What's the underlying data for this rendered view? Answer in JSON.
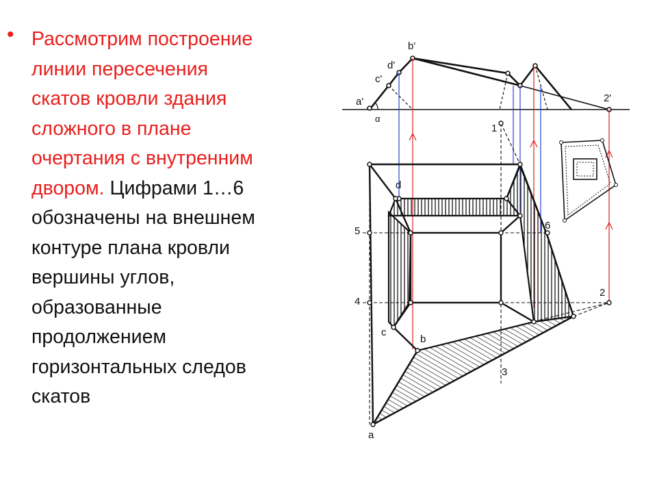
{
  "slide": {
    "bullet": "•",
    "lines": [
      {
        "segments": [
          {
            "text": "Рассмотрим построение",
            "color": "red"
          }
        ]
      },
      {
        "segments": [
          {
            "text": "линии пересечения",
            "color": "red"
          }
        ]
      },
      {
        "segments": [
          {
            "text": "скатов кровли здания",
            "color": "red"
          }
        ]
      },
      {
        "segments": [
          {
            "text": "сложного в плане",
            "color": "red"
          }
        ]
      },
      {
        "segments": [
          {
            "text": "очертания с внутренним",
            "color": "red"
          }
        ]
      },
      {
        "segments": [
          {
            "text": "двором. ",
            "color": "red"
          },
          {
            "text": "Цифрами 1…6",
            "color": "black"
          }
        ]
      },
      {
        "segments": [
          {
            "text": "обозначены на внешнем",
            "color": "black"
          }
        ]
      },
      {
        "segments": [
          {
            "text": "контуре плана кровли",
            "color": "black"
          }
        ]
      },
      {
        "segments": [
          {
            "text": "вершины углов,",
            "color": "black"
          }
        ]
      },
      {
        "segments": [
          {
            "text": "образованные",
            "color": "black"
          }
        ]
      },
      {
        "segments": [
          {
            "text": "продолжением",
            "color": "black"
          }
        ]
      },
      {
        "segments": [
          {
            "text": "горизонтальных следов",
            "color": "black"
          }
        ]
      },
      {
        "segments": [
          {
            "text": "скатов",
            "color": "black"
          }
        ]
      }
    ]
  },
  "drawing": {
    "labels": {
      "b_prime": "b'",
      "d_prime": "d'",
      "c_prime": "c'",
      "a_prime": "a'",
      "alpha_prime": "α",
      "two_prime": "2'",
      "one": "1",
      "d": "d",
      "five": "5",
      "six": "6",
      "four": "4",
      "two": "2",
      "c": "c",
      "b": "b",
      "three": "3",
      "a": "a"
    }
  },
  "colors": {
    "text_red": "#e8201e",
    "text_black": "#111111",
    "line_black": "#111111",
    "projection_red": "#e02020",
    "projection_blue": "#2a3fd0"
  }
}
